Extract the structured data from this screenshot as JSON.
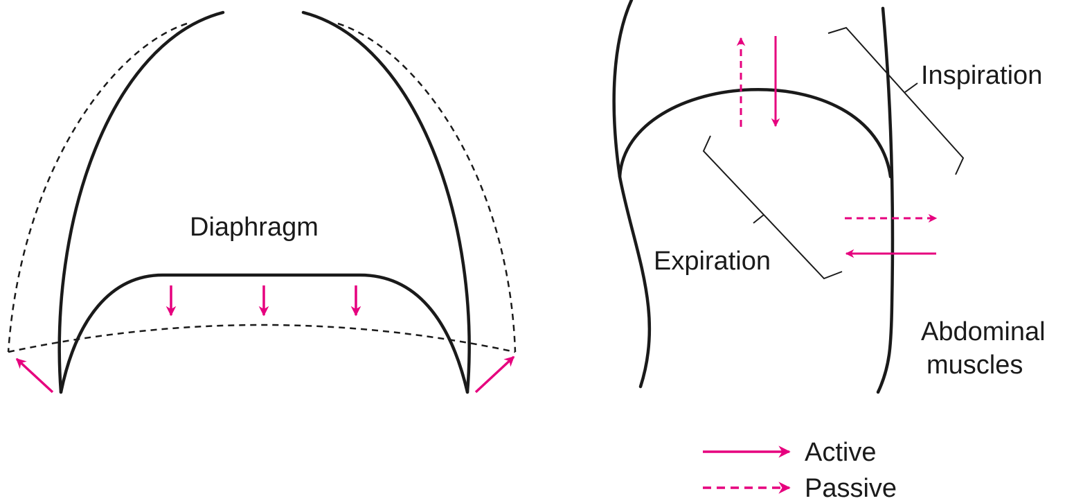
{
  "labels": {
    "diaphragm": "Diaphragm",
    "inspiration": "Inspiration",
    "expiration": "Expiration",
    "abdominal_line1": "Abdominal",
    "abdominal_line2": "muscles"
  },
  "legend": {
    "active": "Active",
    "passive": "Passive"
  },
  "colors": {
    "arrow": "#e6007e",
    "line": "#1a1a1a"
  }
}
